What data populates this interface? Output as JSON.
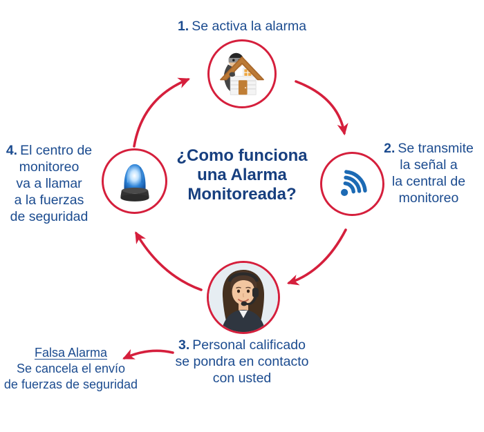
{
  "title": {
    "line1": "¿Como funciona",
    "line2": "una Alarma",
    "line3": "Monitoreada?"
  },
  "steps": {
    "step1": {
      "number": "1.",
      "text": "Se activa la alarma",
      "icon": "burglar-house-icon"
    },
    "step2": {
      "number": "2.",
      "line1": "Se transmite",
      "line2": "la señal a",
      "line3": "la central de",
      "line4": "monitoreo",
      "icon": "wifi-signal-icon"
    },
    "step3": {
      "number": "3.",
      "line1": "Personal calificado",
      "line2": "se pondra en contacto",
      "line3": "con usted",
      "icon": "operator-photo"
    },
    "step4": {
      "number": "4.",
      "line1": "El centro de",
      "line2": "monitoreo",
      "line3": "va a llamar",
      "line4": "a la fuerzas",
      "line5": "de seguridad",
      "icon": "siren-icon"
    }
  },
  "false_alarm": {
    "title": "Falsa Alarma",
    "line1": "Se cancela el envío",
    "line2": "de fuerzas de seguridad"
  },
  "colors": {
    "arrow_red": "#d51f3c",
    "label_blue": "#1b4b8f",
    "title_blue": "#173f7f",
    "wifi_blue": "#1c6ab4"
  }
}
